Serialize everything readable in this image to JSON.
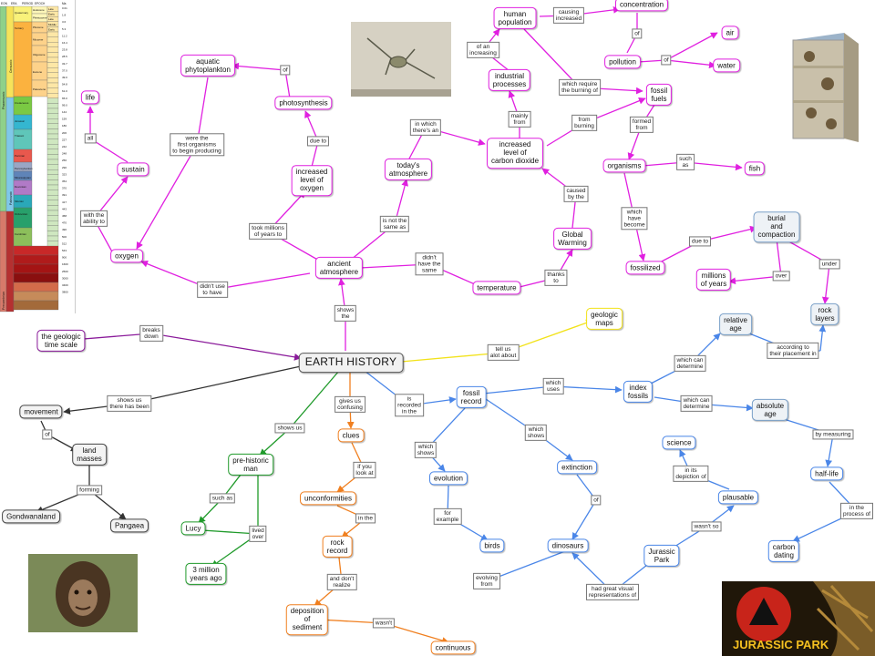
{
  "central": "EARTH HISTORY",
  "nodes": {
    "geologic_time_scale": "the geologic\ntime scale",
    "geologic_maps": "geologic\nmaps",
    "movement": "movement",
    "land_masses": "land\nmasses",
    "gondwanaland": "Gondwanaland",
    "pangaea": "Pangaea",
    "prehistoric_man": "pre-historic\nman",
    "lucy": "Lucy",
    "three_million": "3 million\nyears ago",
    "clues": "clues",
    "unconformities": "unconformities",
    "rock_record": "rock\nrecord",
    "deposition": "deposition\nof\nsediment",
    "continuous": "continuous",
    "fossil_record": "fossil\nrecord",
    "evolution": "evolution",
    "birds": "birds",
    "extinction": "extinction",
    "dinosaurs": "dinosaurs",
    "jurassic_park": "Jurassic\nPark",
    "plausable": "plausable",
    "science": "science",
    "index_fossils": "index\nfossils",
    "relative_age": "relative\nage",
    "absolute_age": "absolute\nage",
    "half_life": "half-life",
    "carbon_dating": "carbon\ndating",
    "rock_layers": "rock\nlayers",
    "burial": "burial\nand\ncompaction",
    "millions_years": "millions\nof years",
    "fossilized": "fossilized",
    "organisms": "organisms",
    "fish": "fish",
    "fossil_fuels": "fossil\nfuels",
    "pollution": "pollution",
    "air": "air",
    "water": "water",
    "concentration": "concentration",
    "human_population": "human\npopulation",
    "industrial_processes": "industrial\nprocesses",
    "increased_co2": "increased\nlevel of\ncarbon dioxide",
    "global_warming": "Global\nWarming",
    "temperature": "temperature",
    "ancient_atmosphere": "ancient\natmosphere",
    "todays_atmosphere": "today's\natmosphere",
    "increased_oxygen": "increased\nlevel of\noxygen",
    "photosynthesis": "photosynthesis",
    "aquatic_phyto": "aquatic\nphytoplankton",
    "oxygen": "oxygen",
    "sustain": "sustain",
    "life": "life"
  },
  "links": {
    "breaks_down": "breaks\ndown",
    "tell_us": "tell us\nalot about",
    "shows_the": "shows\nthe",
    "shows_us_there": "shows us\nthere has been",
    "of": "of",
    "forming": "forming",
    "shows_us": "shows us",
    "such_as": "such as",
    "lived_over": "lived\nover",
    "gives_us": "gives us\nconfusing",
    "if_you_look": "if you\nlook at",
    "in_the": "in the",
    "and_dont": "and don't\nrealize",
    "wasnt": "wasn't",
    "is_recorded": "is\nrecorded\nin the",
    "which_shows_a": "which\nshows",
    "for_example": "for\nexample",
    "evolving_from": "evolving\nfrom",
    "which_shows_b": "which\nshows",
    "of_ext": "of",
    "had_great": "had great visual\nrepresentations of",
    "wasnt_so": "wasn't so",
    "in_its_depiction": "in its\ndepiction of",
    "which_uses": "which\nuses",
    "which_can_rel": "which can\ndetermine",
    "which_can_abs": "which can\ndetermine",
    "according": "according to\ntheir placement in",
    "by_measuring": "by measuring",
    "in_the_process": "in the\nprocess of",
    "under": "under",
    "over": "over",
    "due_to": "due to",
    "which_have_become": "which\nhave\nbecome",
    "such_as_fish": "such\nas",
    "formed_from": "formed\nfrom",
    "of_poll": "of",
    "of_conc": "of",
    "causing_increased": "causing\nincreased",
    "of_an_increasing": "of an\nincreasing",
    "which_require": "which require\nthe burning of",
    "mainly_from": "mainly\nfrom",
    "from_burning": "from\nburning",
    "caused_by_the": "caused\nby the",
    "thanks_to": "thanks\nto",
    "didnt_have": "didn't\nhave the\nsame",
    "is_not_same": "is not the\nsame as",
    "in_which": "in which\nthere's an",
    "took_millions": "took millions\nof years to",
    "due_to_ox": "due to",
    "of_ph": "of",
    "were_first": "were the\nfirst organisms\nto begin producing",
    "didnt_use": "didn't use\nto have",
    "with_ability": "with the\nability to",
    "all": "all"
  },
  "timescale": {
    "header": [
      "EON",
      "ERA",
      "PERIOD",
      "EPOCH",
      "Ma"
    ],
    "eons": [
      "Phanerozoic",
      "Precambrian"
    ],
    "eras": [
      "Cenozoic",
      "Paleozoic"
    ],
    "periods": [
      "Quaternary",
      "Tertiary",
      "Cretaceous",
      "Jurassic",
      "Triassic",
      "Permian",
      "Pennsylvanian",
      "Mississippian",
      "Devonian",
      "Silurian",
      "Ordovician",
      "Cambrian"
    ],
    "epochs": [
      "Holocene",
      "Pleistocene",
      "Pliocene",
      "Miocene",
      "Oligocene",
      "Eocene",
      "Paleocene"
    ],
    "subdivisions": [
      "Late",
      "Early",
      "Late",
      "Middle",
      "Early"
    ],
    "ma": [
      "0.01",
      "1.8",
      "3.6",
      "5.3",
      "11.2",
      "16.4",
      "23.8",
      "28.5",
      "33.7",
      "37.0",
      "49.0",
      "54.8",
      "61.0",
      "65.0",
      "99.0",
      "144",
      "159",
      "180",
      "206",
      "227",
      "242",
      "248",
      "256",
      "290",
      "323",
      "354",
      "370",
      "391",
      "417",
      "443",
      "458",
      "470",
      "490",
      "500",
      "512",
      "543",
      "900",
      "1600",
      "2500",
      "3000",
      "3400",
      "3800"
    ]
  },
  "logo_text": "JURASSIC PARK",
  "colors": {
    "pink": "#e020e0",
    "blue": "#4a86e8",
    "orange": "#f07f1f",
    "green": "#1f9a2a",
    "black": "#333333",
    "purple": "#8a1a9a",
    "yellow": "#f2e21a"
  }
}
